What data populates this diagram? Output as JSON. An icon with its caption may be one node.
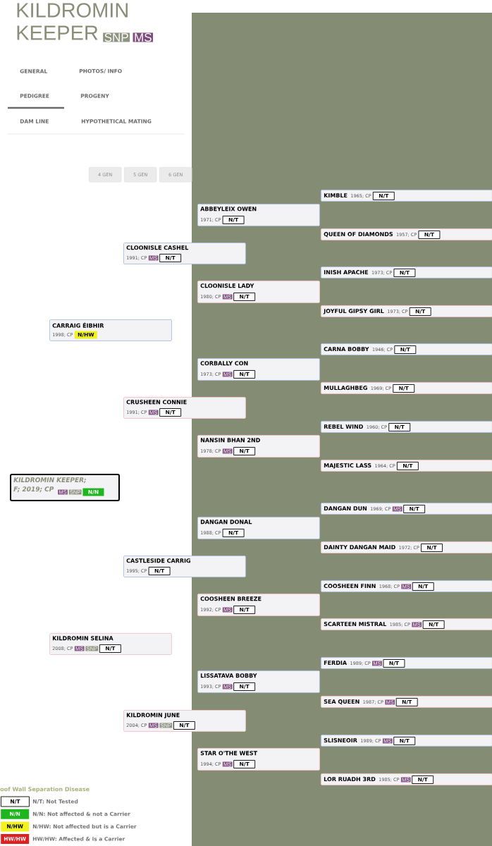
{
  "diagram": {
    "title": "KILDROMIN KEEPER",
    "nodes": [
      {
        "text": [
          "SNP"
        ]
      },
      {
        "text": [
          "MS"
        ]
      },
      {
        "text": [
          "4 GEN"
        ]
      },
      {
        "text": [
          "5 GEN"
        ]
      },
      {
        "text": [
          "6 GEN"
        ]
      },
      {
        "text": [
          "KIMBLE",
          "1965; CP"
        ]
      },
      {
        "text": [
          "N/T"
        ],
        "in": 5
      },
      {
        "text": [
          "ABBEYLEIX OWEN",
          "1971; CP"
        ]
      },
      {
        "text": [
          "N/T"
        ],
        "in": 7
      },
      {
        "text": [
          "QUEEN OF DIAMONDS",
          "1957; CP"
        ]
      },
      {
        "text": [
          "N/T"
        ],
        "in": 9
      },
      {
        "text": [
          "CLOONISLE CASHEL",
          "1991; CP"
        ]
      },
      {
        "text": [
          "MS"
        ],
        "in": 11
      },
      {
        "text": [
          "N/T"
        ],
        "in": 11
      },
      {
        "text": [
          "INISH APACHE",
          "1973; CP"
        ]
      },
      {
        "text": [
          "N/T"
        ],
        "in": 14
      },
      {
        "text": [
          "CLOONISLE LADY",
          "1980; CP"
        ]
      },
      {
        "text": [
          "MS"
        ],
        "in": 16
      },
      {
        "text": [
          "N/T"
        ],
        "in": 16
      },
      {
        "text": [
          "JOYFUL GIPSY GIRL",
          "1973; CP"
        ]
      },
      {
        "text": [
          "N/T"
        ],
        "in": 19
      },
      {
        "text": [
          "CARRAIG ÉIBHIR",
          "1998; CP"
        ]
      },
      {
        "text": [
          "N/HW"
        ],
        "in": 21
      },
      {
        "text": [
          "CARNA BOBBY",
          "1946; CP"
        ]
      },
      {
        "text": [
          "N/T"
        ],
        "in": 23
      },
      {
        "text": [
          "CORBALLY CON",
          "1973; CP"
        ]
      },
      {
        "text": [
          "MS"
        ],
        "in": 25
      },
      {
        "text": [
          "N/T"
        ],
        "in": 25
      },
      {
        "text": [
          "MULLAGHBEG",
          "1969; CP"
        ]
      },
      {
        "text": [
          "N/T"
        ],
        "in": 28
      },
      {
        "text": [
          "CRUSHEEN CONNIE",
          "1991; CP"
        ]
      },
      {
        "text": [
          "MS"
        ],
        "in": 30
      },
      {
        "text": [
          "N/T"
        ],
        "in": 30
      },
      {
        "text": [
          "REBEL WIND",
          "1960; CP"
        ]
      },
      {
        "text": [
          "N/T"
        ],
        "in": 33
      },
      {
        "text": [
          "NANSIN BHAN 2ND",
          "1978; CP"
        ]
      },
      {
        "text": [
          "MS"
        ],
        "in": 35
      },
      {
        "text": [
          "N/T"
        ],
        "in": 35
      },
      {
        "text": [
          "MAJESTIC LASS",
          "1964; CP"
        ]
      },
      {
        "text": [
          "N/T"
        ],
        "in": 38
      },
      {
        "text": [
          "KILDROMIN KEEPER; F; 2019; CP"
        ]
      },
      {
        "text": [
          "MS"
        ],
        "in": 40
      },
      {
        "text": [
          "SNP"
        ],
        "in": 40
      },
      {
        "text": [
          "N/N"
        ],
        "in": 40
      },
      {
        "text": [
          "DANGAN DUN",
          "1969; CP"
        ]
      },
      {
        "text": [
          "MS"
        ],
        "in": 44
      },
      {
        "text": [
          "N/T"
        ],
        "in": 44
      },
      {
        "text": [
          "DANGAN DONAL",
          "1988; CP"
        ]
      },
      {
        "text": [
          "N/T"
        ],
        "in": 47
      },
      {
        "text": [
          "DAINTY DANGAN MAID",
          "1972; CP"
        ]
      },
      {
        "text": [
          "N/T"
        ],
        "in": 49
      },
      {
        "text": [
          "CASTLESIDE CARRIG",
          "1995; CP"
        ]
      },
      {
        "text": [
          "N/T"
        ],
        "in": 51
      },
      {
        "text": [
          "COOSHEEN FINN",
          "1968; CP"
        ]
      },
      {
        "text": [
          "MS"
        ],
        "in": 53
      },
      {
        "text": [
          "N/T"
        ],
        "in": 53
      },
      {
        "text": [
          "COOSHEEN BREEZE",
          "1992; CP"
        ]
      },
      {
        "text": [
          "MS"
        ],
        "in": 56
      },
      {
        "text": [
          "N/T"
        ],
        "in": 56
      },
      {
        "text": [
          "SCARTEEN MISTRAL",
          "1985; CP"
        ]
      },
      {
        "text": [
          "MS"
        ],
        "in": 59
      },
      {
        "text": [
          "N/T"
        ],
        "in": 59
      },
      {
        "text": [
          "KILDROMIN SELINA",
          "2008; CP"
        ]
      },
      {
        "text": [
          "MS"
        ],
        "in": 62
      },
      {
        "text": [
          "SNP"
        ],
        "in": 62
      },
      {
        "text": [
          "N/T"
        ],
        "in": 62
      },
      {
        "text": [
          "FERDIA",
          "1989; CP"
        ]
      },
      {
        "text": [
          "MS"
        ],
        "in": 66
      },
      {
        "text": [
          "N/T"
        ],
        "in": 66
      },
      {
        "text": [
          "LISSATAVA BOBBY",
          "1993; CP"
        ]
      },
      {
        "text": [
          "MS"
        ],
        "in": 69
      },
      {
        "text": [
          "N/T"
        ],
        "in": 69
      },
      {
        "text": [
          "SEA QUEEN",
          "1987; CP"
        ]
      },
      {
        "text": [
          "MS"
        ],
        "in": 72
      },
      {
        "text": [
          "N/T"
        ],
        "in": 72
      },
      {
        "text": [
          "KILDROMIN JUNE",
          "2004; CP"
        ]
      },
      {
        "text": [
          "MS"
        ],
        "in": 75
      },
      {
        "text": [
          "SNP"
        ],
        "in": 75
      },
      {
        "text": [
          "N/T"
        ],
        "in": 75
      },
      {
        "text": [
          "SLISNEOIR",
          "1989; CP"
        ]
      },
      {
        "text": [
          "MS"
        ],
        "in": 79
      },
      {
        "text": [
          "N/T"
        ],
        "in": 79
      },
      {
        "text": [
          "STAR O'THE WEST",
          "1994; CP"
        ]
      },
      {
        "text": [
          "MS"
        ],
        "in": 82
      },
      {
        "text": [
          "N/T"
        ],
        "in": 82
      },
      {
        "text": [
          "LOR RUADH 3RD",
          "1985; CP"
        ]
      },
      {
        "text": [
          "MS"
        ],
        "in": 85
      },
      {
        "text": [
          "N/T"
        ],
        "in": 85
      }
    ],
    "labels": [
      "GENERAL",
      "PHOTOS/ INFO",
      "PEDIGREE",
      "PROGENY",
      "DAM LINE",
      "HYPOTHETICAL MATING",
      "oof Wall Separation Disease",
      "N/T",
      "N/N",
      "N/HW",
      "HW/HW"
    ],
    "legend": [
      {
        "text": "N/T: Not Tested"
      },
      {
        "text": "N/N: Not affected & not a Carrier",
        "color": "#1fb51f"
      },
      {
        "text": "N/HW: Not affected but is a Carrier",
        "color": "#f2f21e"
      },
      {
        "text": "HW/HW: Affected & is a Carrier",
        "color": "#e02020"
      }
    ]
  }
}
